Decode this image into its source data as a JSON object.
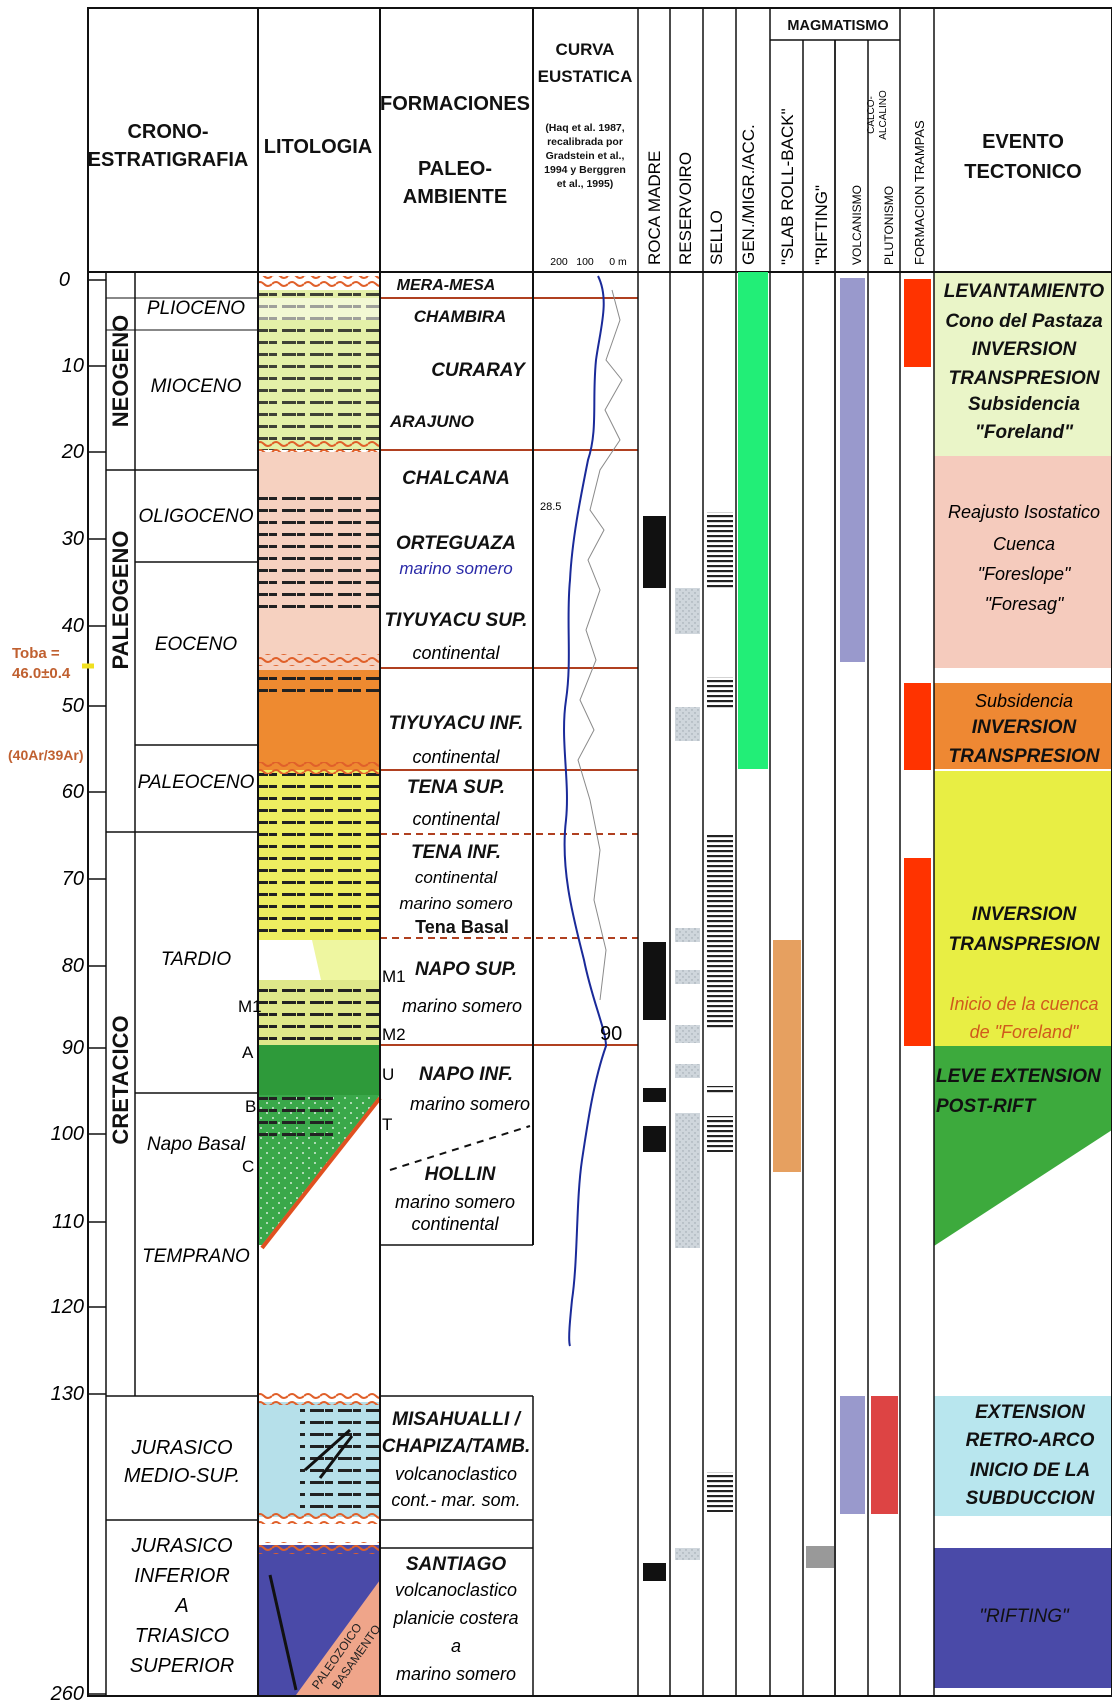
{
  "headers": {
    "crono": [
      "CRONO-",
      "ESTRATIGRAFIA"
    ],
    "litologia": "LITOLOGIA",
    "formaciones": [
      "FORMACIONES",
      "PALEO-",
      "AMBIENTE"
    ],
    "curva": [
      "CURVA",
      "EUSTATICA"
    ],
    "curva_ref": [
      "(Haq et al. 1987,",
      "recalibrada por",
      "Gradstein et al.,",
      "1994 y Berggren",
      "et al., 1995)"
    ],
    "curva_scale": [
      "200",
      "100",
      "0 m"
    ],
    "roca_madre": "ROCA MADRE",
    "reservoiro": "RESERVOIRO",
    "sello": "SELLO",
    "gen": "GEN./MIGR./ACC.",
    "slab": "\"SLAB ROLL-BACK\"",
    "rifting": "\"RIFTING\"",
    "magmatismo": "MAGMATISMO",
    "volcanismo": "VOLCANISMO",
    "calco": [
      "CALCO-",
      "ALCALINO"
    ],
    "plutonismo": "PLUTONISMO",
    "trampas": "FORMACION TRAMPAS",
    "evento": [
      "EVENTO",
      "TECTONICO"
    ]
  },
  "age_ticks": [
    "0",
    "10",
    "20",
    "30",
    "40",
    "50",
    "60",
    "70",
    "80",
    "90",
    "100",
    "110",
    "120",
    "130",
    "260"
  ],
  "toba": [
    "Toba =",
    "46.0±0.4",
    "(40Ar/39Ar)"
  ],
  "periods": [
    "NEOGENO",
    "PALEOGENO",
    "CRETACICO"
  ],
  "epochs": [
    "PLIOCENO",
    "MIOCENO",
    "OLIGOCENO",
    "EOCENO",
    "PALEOCENO",
    "TARDIO",
    "Napo Basal",
    "TEMPRANO"
  ],
  "jurassic": [
    [
      "JURASICO",
      "MEDIO-SUP."
    ],
    [
      "JURASICO",
      "INFERIOR",
      "A",
      "TRIASICO",
      "SUPERIOR"
    ]
  ],
  "markers_left": [
    "M1",
    "A",
    "B",
    "C"
  ],
  "markers_form": [
    "M1",
    "M2",
    "U",
    "T"
  ],
  "formations": [
    {
      "name": "MERA-MESA",
      "env": ""
    },
    {
      "name": "CHAMBIRA",
      "env": ""
    },
    {
      "name": "CURARAY",
      "env": ""
    },
    {
      "name": "ARAJUNO",
      "env": ""
    },
    {
      "name": "CHALCANA",
      "env": ""
    },
    {
      "name": "ORTEGUAZA",
      "env": "marino somero"
    },
    {
      "name": "TIYUYACU SUP.",
      "env": "continental"
    },
    {
      "name": "TIYUYACU INF.",
      "env": "continental"
    },
    {
      "name": "TENA SUP.",
      "env": "continental"
    },
    {
      "name": "TENA INF.",
      "env": "continental\nmarino somero"
    },
    {
      "name": "Tena Basal",
      "env": ""
    },
    {
      "name": "NAPO SUP.",
      "env": "marino somero"
    },
    {
      "name": "NAPO INF.",
      "env": "marino somero"
    },
    {
      "name": "HOLLIN",
      "env": "marino somero\ncontinental"
    },
    {
      "name": "MISAHUALLI /\nCHAPIZA/TAMB.",
      "env": "volcanoclastico\ncont.- mar. som."
    },
    {
      "name": "SANTIAGO",
      "env": "volcanoclastico\nplanicie costera\na\nmarino somero"
    }
  ],
  "curve_labels": [
    "28.5",
    "90"
  ],
  "paleozoico": [
    "PALEOZOICO",
    "BASAMENTO"
  ],
  "events": [
    {
      "lines": [
        "LEVANTAMIENTO",
        "Cono del Pastaza",
        "INVERSION",
        "TRANSPRESION",
        "Subsidencia",
        "\"Foreland\""
      ]
    },
    {
      "lines": [
        "Reajusto Isostatico",
        "Cuenca",
        "\"Foreslope\"",
        "\"Foresag\""
      ]
    },
    {
      "lines": [
        "Subsidencia",
        "INVERSION",
        "TRANSPRESION"
      ]
    },
    {
      "lines": [
        "INVERSION",
        "TRANSPRESION",
        "Inicio de la cuenca",
        "de \"Foreland\""
      ]
    },
    {
      "lines": [
        "LEVE EXTENSION",
        "POST-RIFT"
      ]
    },
    {
      "lines": [
        "EXTENSION",
        "RETRO-ARCO",
        "INICIO DE LA",
        "SUBDUCCION"
      ]
    },
    {
      "lines": [
        "\"RIFTING\""
      ]
    }
  ],
  "colors": {
    "gen_green": "#22ee77",
    "volcan_purple": "#9999cc",
    "pluton_red": "#dd4444",
    "slab_orange": "#e6a060",
    "trap_red": "#ff3300",
    "rifting_gray": "#999999",
    "curve_blue": "#1a2a99",
    "formation_line": "#b04020",
    "ev_neogene": "#eaf5c8",
    "ev_paleogene": "#f5cbbd",
    "ev_orange": "#ee8833",
    "ev_yellow": "#e8ee44",
    "ev_green": "#3daa3d",
    "ev_blue": "#b8e6ee",
    "ev_purple": "#4a4aa8"
  }
}
